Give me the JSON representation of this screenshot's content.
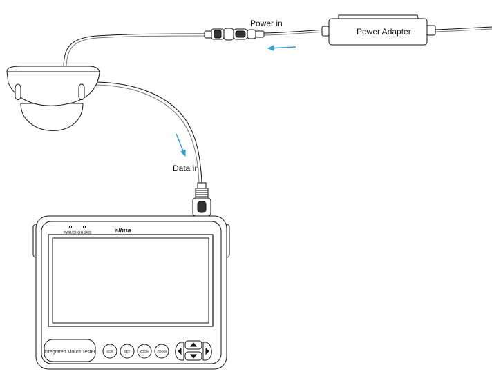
{
  "labels": {
    "power_in": "Power in",
    "data_in": "Data in",
    "power_adapter": "Power Adapter"
  },
  "tester": {
    "led_pwr": "PWR/CHG",
    "led_rs485": "RS485",
    "brand": "alhua",
    "name_button": "Integrated Mount Tester",
    "buttons": [
      "SCR",
      "SET",
      "ZOOM",
      "ZOOM"
    ]
  },
  "colors": {
    "line": "#111111",
    "arrow": "#2a9fd8"
  }
}
